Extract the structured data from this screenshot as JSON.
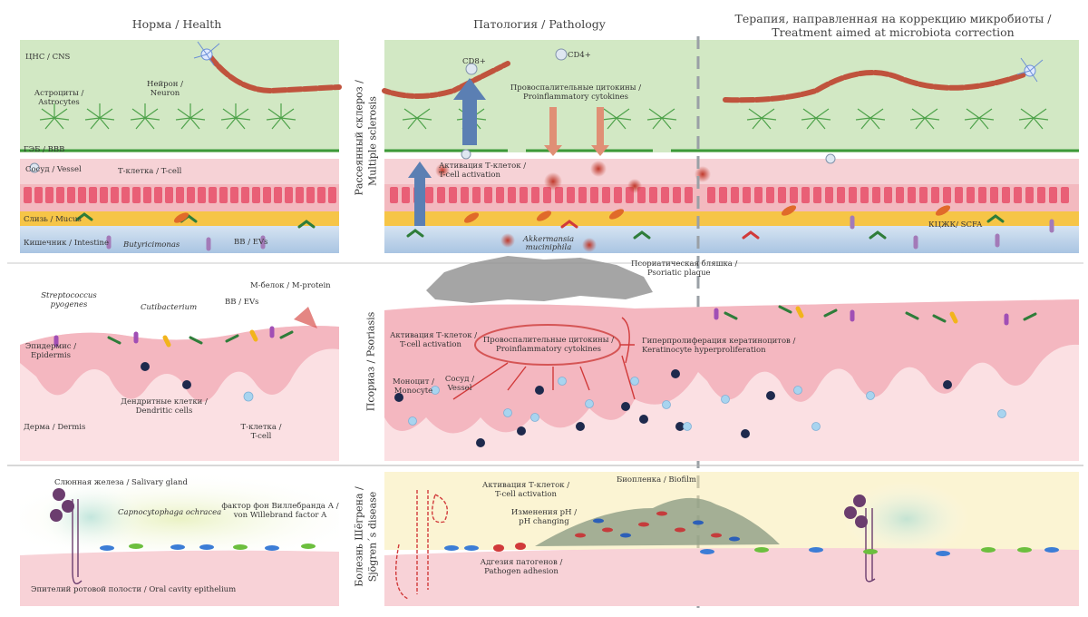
{
  "headers": {
    "health": "Норма / Health",
    "pathology": "Патология / Pathology",
    "therapy_line1": "Терапия, направленная на коррекцию микробиоты  /",
    "therapy_line2": "Treatment aimed at microbiota correction"
  },
  "rows": {
    "ms_line1": "Рассеянный склероз /",
    "ms_line2": "Multiple sclerosis",
    "psoriasis": "Псориаз / Psoriasis",
    "sjogren_line1": "Болезнь Шёгрена /",
    "sjogren_line2": "Sjögren´s disease"
  },
  "ms_health": {
    "cns": "ЦНС / CNS",
    "astro1": "Астроциты /",
    "astro2": "Astrocytes",
    "neuron1": "Нейрон /",
    "neuron2": "Neuron",
    "bbb": "ГЭБ / BBB",
    "vessel": "Сосуд / Vessel",
    "tcell": "Т-клетка / T-cell",
    "mucus": "Слизь / Mucus",
    "intestine": "Кишечник / Intestine",
    "butyri": "Butyricimonas",
    "evs": "ВВ / EVs"
  },
  "ms_path": {
    "cd8": "CD8+",
    "cd4": "CD4+",
    "cyto1": "Провоспалительные цитокины /",
    "cyto2": "Proinflammatory cytokines",
    "tact1": "Активация Т-клеток /",
    "tact2": "T-cell activation",
    "akk1": "Akkermansia",
    "akk2": "muciniphila"
  },
  "ms_therapy": {
    "scfa": "КЦЖК/ SCFA"
  },
  "pso_health": {
    "strep1": "Streptococcus",
    "strep2": "pyogenes",
    "cuti": "Cutibacterium",
    "evs": "ВВ / EVs",
    "mprot": "М-белок / M-protein",
    "epi1": "Эпидермис /",
    "epi2": "Epidermis",
    "dend1": "Дендритные клетки /",
    "dend2": "Dendritic cells",
    "dermis": "Дерма / Dermis",
    "tcell1": "Т-клетка /",
    "tcell2": "T-cell"
  },
  "pso_path": {
    "plaque1": "Псориатическая бляшка /",
    "plaque2": "Psoriatic plaque",
    "tact1": "Активация Т-клеток /",
    "tact2": "T-cell activation",
    "cyto1": "Провоспалительные цитокины /",
    "cyto2": "Proinflammatory cytokines",
    "hyper1": "Гиперпролиферация кератиноцитов /",
    "hyper2": "Keratinocyte hyperproliferation",
    "mono1": "Моноцит /",
    "mono2": "Monocyte",
    "vessel1": "Сосуд /",
    "vessel2": "Vessel"
  },
  "sj_health": {
    "saliv": "Слюнная железа / Salivary gland",
    "capno": "Capnocytophaga ochracea",
    "vwf1": "фактор фон Виллебранда А /",
    "vwf2": "von Willebrand factor A",
    "oral": "Эпителий ротовой полости / Oral cavity epithelium"
  },
  "sj_path": {
    "tact1": "Активация Т-клеток /",
    "tact2": "T-cell activation",
    "ph1": "Изменения pH /",
    "ph2": "pH changing",
    "biofilm": "Биопленка / Biofilm",
    "adh1": "Адгезия патогенов /",
    "adh2": "Pathogen adhesion"
  },
  "colors": {
    "cns_green": "#cfe6c0",
    "vessel_pink": "#f6d0d4",
    "mucus_yellow": "#f7c542",
    "intestine_blue": "#bcd3ea",
    "skin_pink": "#f7c9cf",
    "arrow_blue": "#5b7fb3",
    "arrow_orange": "#e08f75",
    "red": "#d13a3a"
  }
}
